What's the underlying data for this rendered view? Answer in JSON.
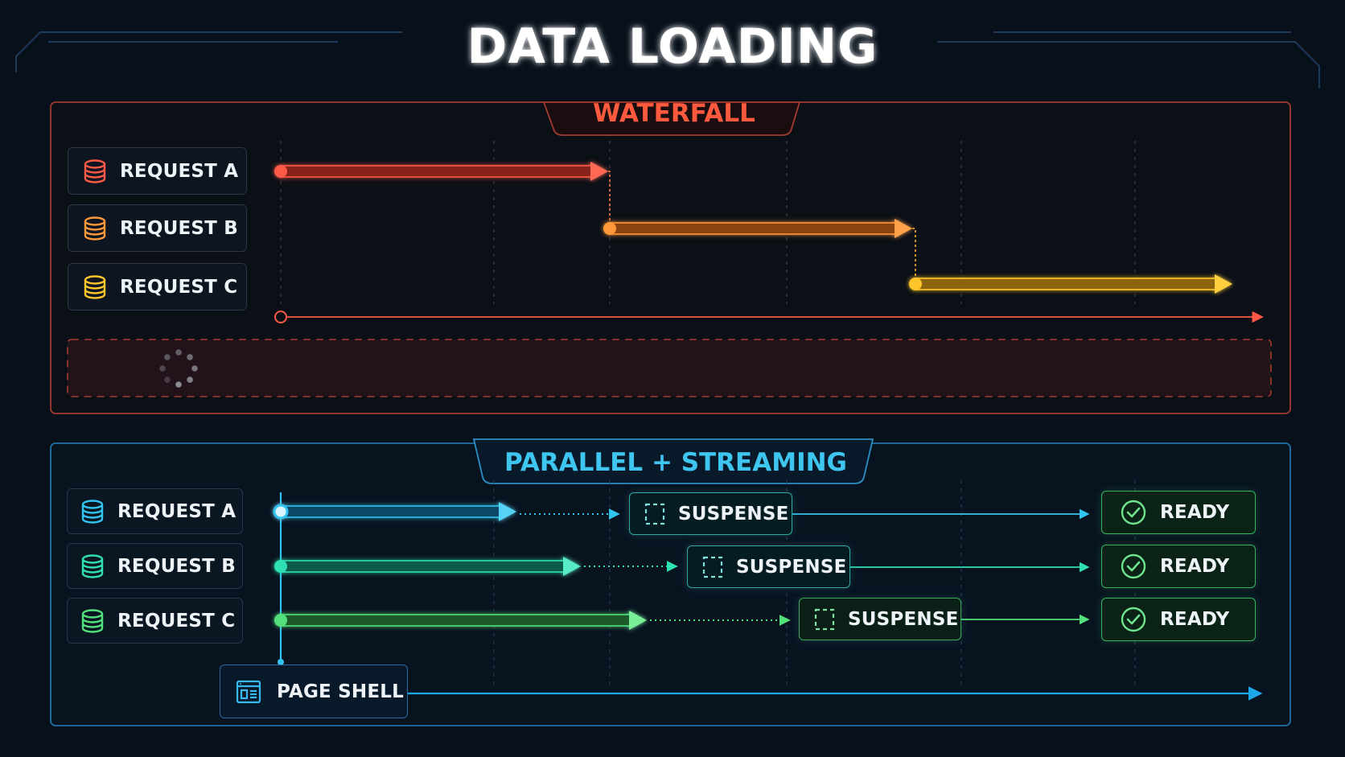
{
  "title": "DATA LOADING",
  "waterfall": {
    "heading": "WATERFALL",
    "requests": [
      {
        "label": "REQUEST A",
        "color": "#ff5a47",
        "icon": "database-icon"
      },
      {
        "label": "REQUEST B",
        "color": "#ff9838",
        "icon": "database-icon"
      },
      {
        "label": "REQUEST C",
        "color": "#ffc52a",
        "icon": "database-icon"
      }
    ],
    "loading_icon": "spinner-icon"
  },
  "parallel": {
    "heading": "PARALLEL + STREAMING",
    "requests": [
      {
        "label": "REQUEST A",
        "color": "#31c4f0",
        "icon": "database-icon"
      },
      {
        "label": "REQUEST B",
        "color": "#2fe0b4",
        "icon": "database-icon"
      },
      {
        "label": "REQUEST C",
        "color": "#52e07a",
        "icon": "database-icon"
      }
    ],
    "suspense_label": "SUSPENSE",
    "suspense_icon": "dashed-square-icon",
    "ready_label": "READY",
    "ready_icon": "check-circle-icon",
    "page_shell_label": "PAGE SHELL",
    "page_shell_icon": "page-layout-icon"
  },
  "colors": {
    "background": "#08111b",
    "waterfall_border": "#c0473a",
    "parallel_border": "#2a8fc4",
    "title": "#ffffff",
    "waterfall_heading": "#ff5a3e",
    "parallel_heading": "#3fc6f0"
  }
}
